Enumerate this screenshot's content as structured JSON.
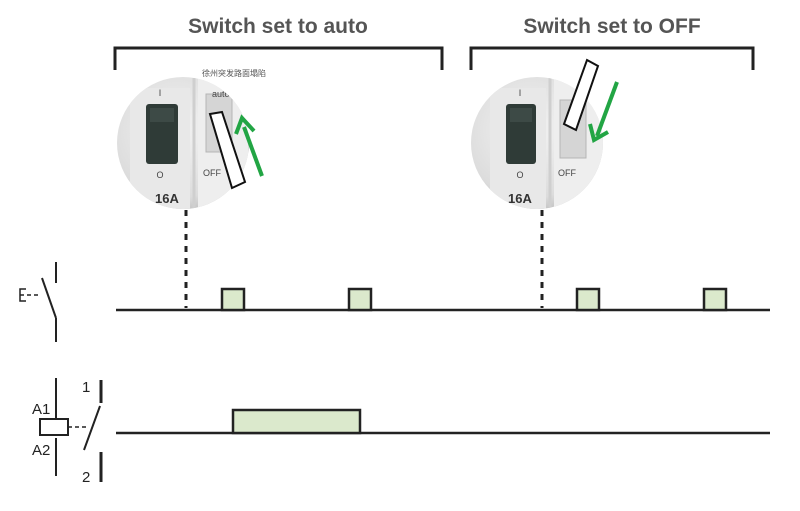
{
  "titles": {
    "auto": "Switch set to auto",
    "off": "Switch set to OFF"
  },
  "watermark": "徐州突发路面塌陷",
  "switch_labels": {
    "on_mark": "I",
    "off_mark": "O",
    "rating": "16A",
    "auto_label": "auto",
    "off_label": "OFF"
  },
  "relay": {
    "a1": "A1",
    "a2": "A2",
    "pin_top": "1",
    "pin_bottom": "2"
  },
  "colors": {
    "pulse_fill": "#dbe9cc",
    "arrow": "#22a544",
    "line": "#222222",
    "title": "#555555"
  }
}
